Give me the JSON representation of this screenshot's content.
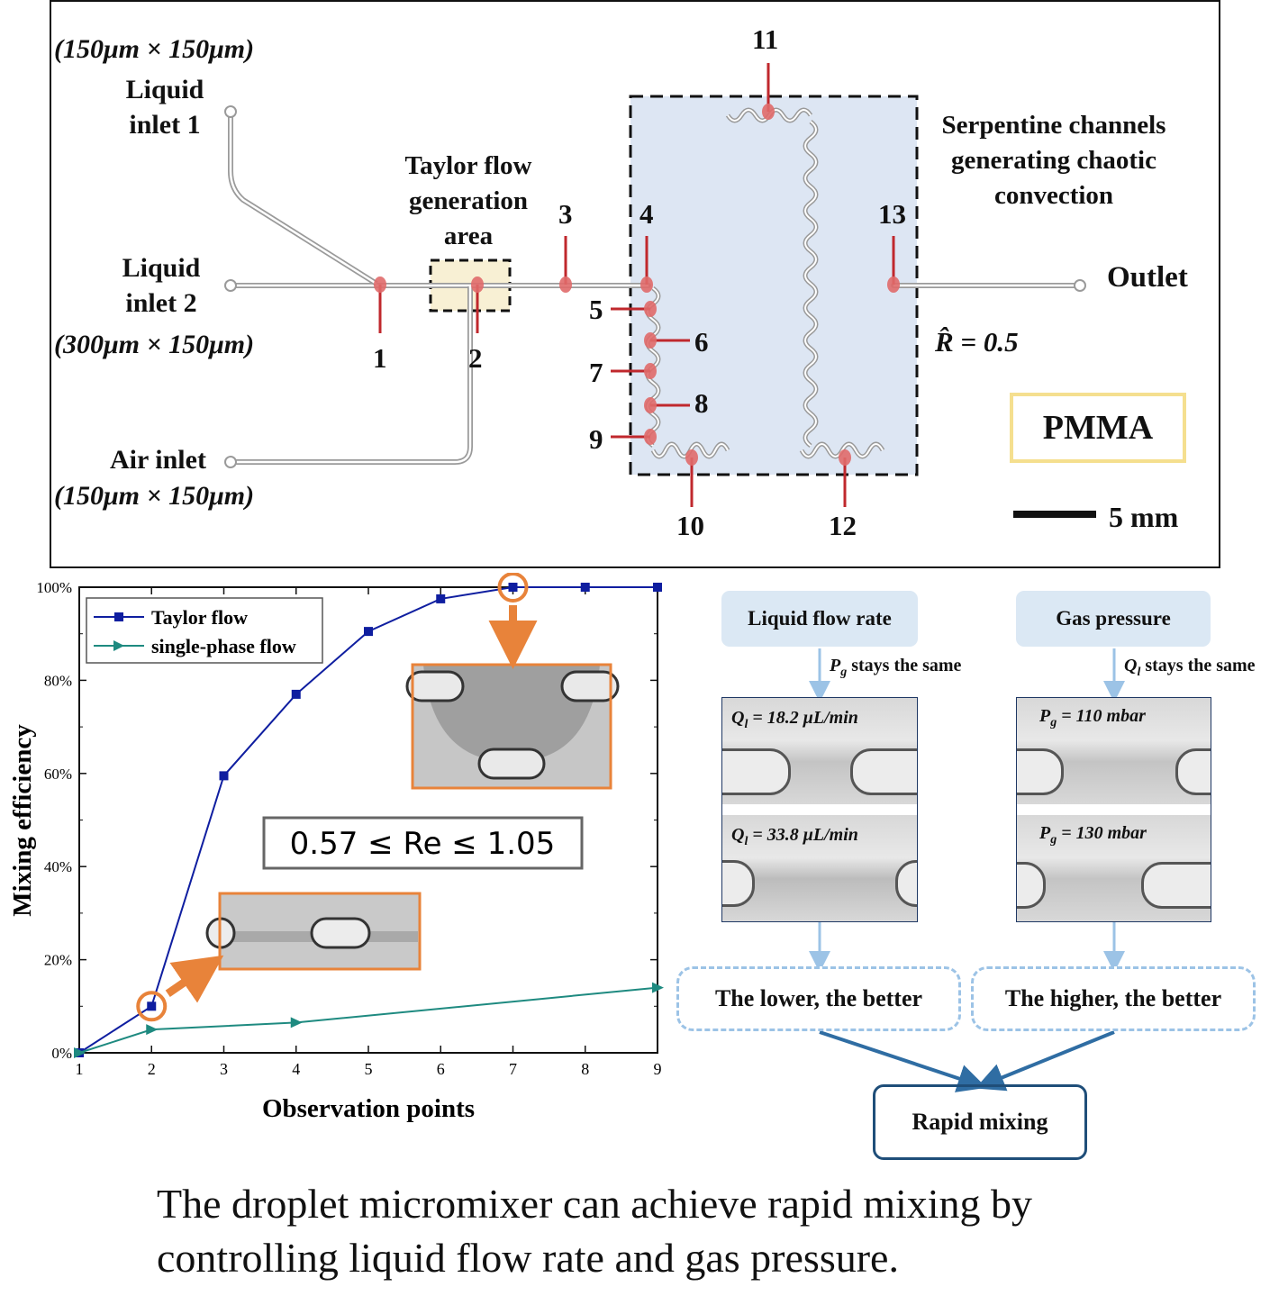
{
  "top_panel": {
    "liquid_inlet_1": [
      "Liquid",
      "inlet 1"
    ],
    "dim_inlet_1": "(150μm × 150μm)",
    "liquid_inlet_2": [
      "Liquid",
      "inlet 2"
    ],
    "dim_inlet_2": "(300μm × 150μm)",
    "air_inlet": "Air inlet",
    "dim_air": "(150μm × 150μm)",
    "taylor_area": [
      "Taylor flow",
      "generation",
      "area"
    ],
    "serpentine": [
      "Serpentine channels",
      "generating chaotic",
      "convection"
    ],
    "outlet": "Outlet",
    "ratio": "R̂ = 0.5",
    "material": "PMMA",
    "scale": "5 mm",
    "points": [
      "1",
      "2",
      "3",
      "4",
      "5",
      "6",
      "7",
      "8",
      "9",
      "10",
      "11",
      "12",
      "13"
    ]
  },
  "chart_data": {
    "type": "line",
    "xlabel": "Observation points",
    "ylabel": "Mixing efficiency",
    "x": [
      1,
      2,
      3,
      4,
      5,
      6,
      7,
      8,
      9
    ],
    "xlim": [
      1,
      9
    ],
    "ylim": [
      0,
      100
    ],
    "x_ticks": [
      "1",
      "2",
      "3",
      "4",
      "5",
      "6",
      "7",
      "8",
      "9"
    ],
    "y_ticks": [
      "0%",
      "20%",
      "40%",
      "60%",
      "80%",
      "100%"
    ],
    "legend_placement": "top-left",
    "series": [
      {
        "name": "Taylor flow",
        "color": "#0f1ea0",
        "marker": "square",
        "points": [
          [
            1,
            0
          ],
          [
            2,
            10
          ],
          [
            3,
            59.5
          ],
          [
            4,
            77
          ],
          [
            5,
            90.5
          ],
          [
            6,
            97.5
          ],
          [
            7,
            100
          ],
          [
            8,
            100
          ],
          [
            9,
            100
          ]
        ]
      },
      {
        "name": "single-phase flow",
        "color": "#1e8a80",
        "marker": "triangle-right",
        "points": [
          [
            1,
            0
          ],
          [
            2,
            5
          ],
          [
            4,
            6.5
          ],
          [
            9,
            14
          ]
        ]
      }
    ],
    "annotation": "0.57 ≤ Re ≤ 1.05",
    "highlighted_points": [
      2,
      7
    ]
  },
  "flow_diagram": {
    "liquid_flow_rate": "Liquid flow rate",
    "gas_pressure": "Gas pressure",
    "pg_same_sym": "P",
    "pg_same_sub": "g",
    "pg_same_text": "stays the same",
    "ql_same_sym": "Q",
    "ql_same_sub": "l",
    "ql_same_text": "stays the same",
    "q1": {
      "sym": "Q",
      "sub": "l",
      "value": " = 18.2 μL/min"
    },
    "q2": {
      "sym": "Q",
      "sub": "l",
      "value": " = 33.8 μL/min"
    },
    "p1": {
      "sym": "P",
      "sub": "g",
      "value": " = 110 mbar"
    },
    "p2": {
      "sym": "P",
      "sub": "g",
      "value": " = 130 mbar"
    },
    "lower_better": "The lower, the better",
    "higher_better": "The higher, the better",
    "rapid_mixing": "Rapid mixing"
  },
  "caption": [
    "The droplet micromixer can achieve rapid mixing by",
    "controlling liquid flow rate and gas pressure."
  ],
  "colors": {
    "accent_orange": "#e8833a",
    "point_red": "#e06a6a",
    "serpentine_fill": "#dde6f3",
    "taylor_fill": "#f8f0d4",
    "pmma_border": "#f5df8f",
    "flow_arrow": "#2f6da3"
  }
}
